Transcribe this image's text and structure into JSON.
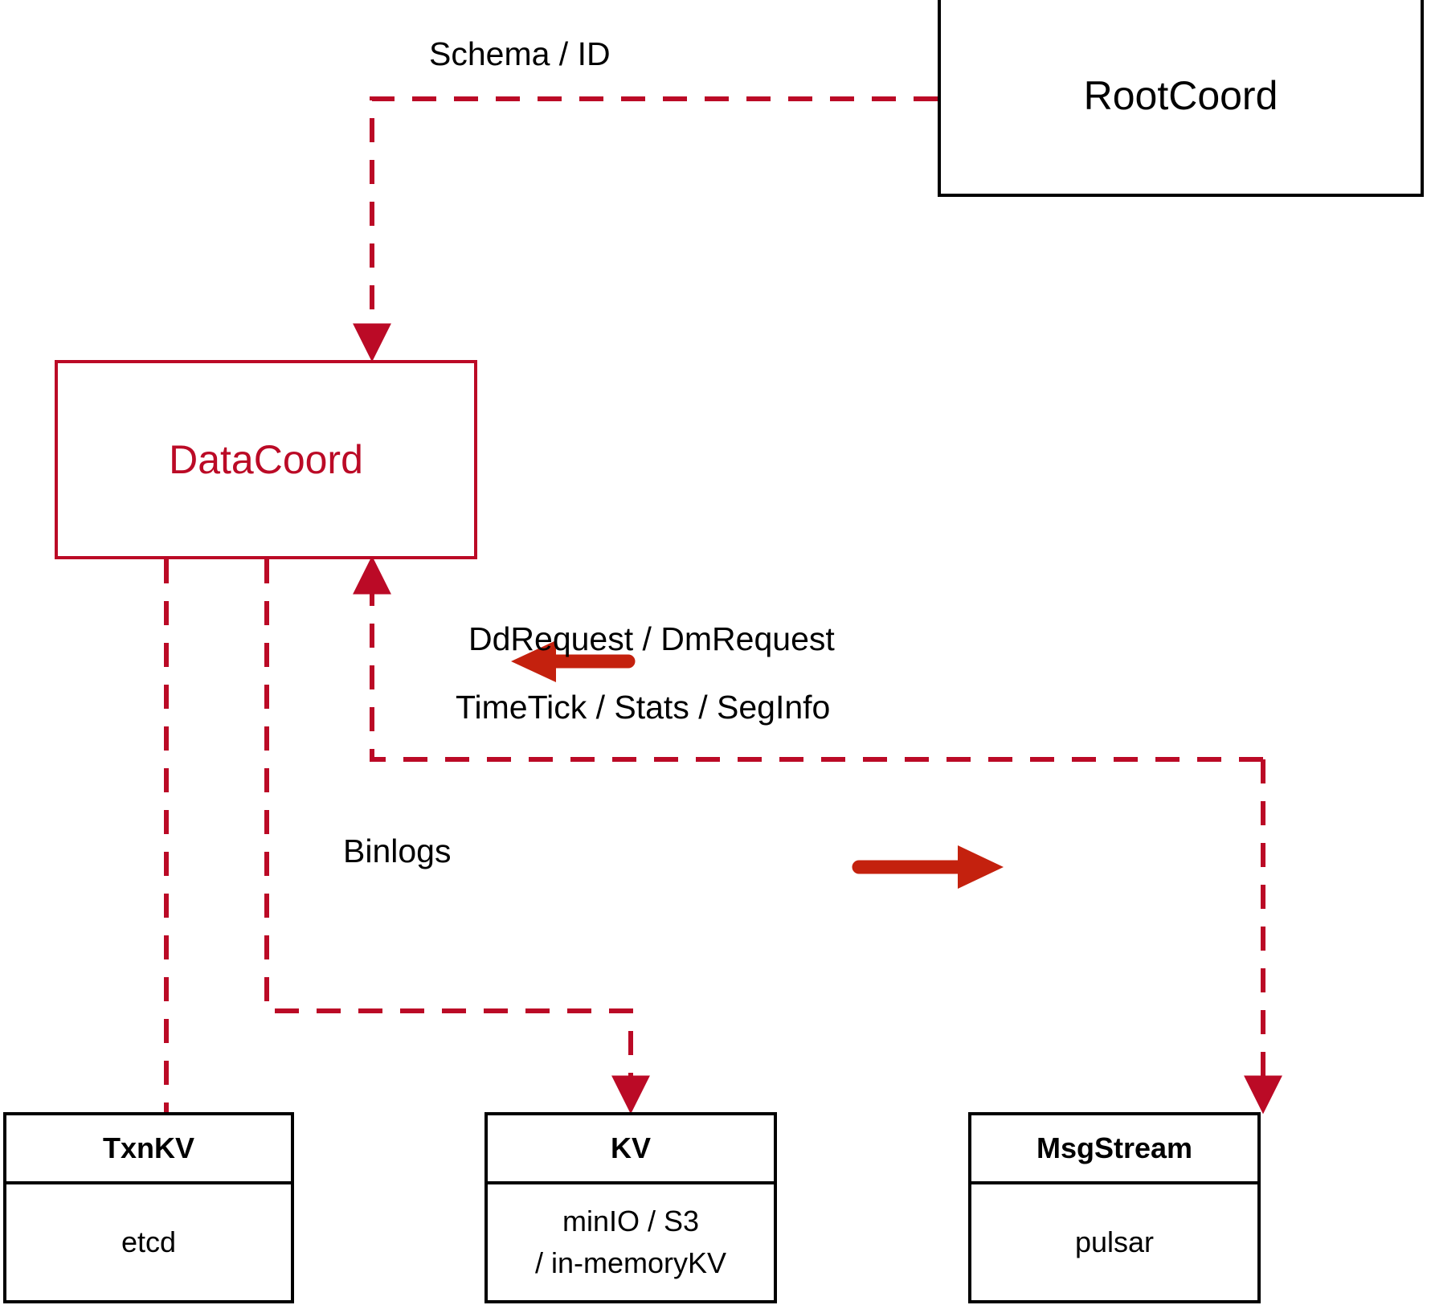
{
  "diagram": {
    "title": "DataCoord component interaction diagram",
    "colors": {
      "dashed_edge": "#BB0A26",
      "solid_arrow": "#C4210E",
      "accent_node_stroke": "#BB0A26",
      "accent_node_text": "#BB0A26",
      "plain_node_stroke": "#000000",
      "text": "#000000",
      "background": "#FFFFFF"
    },
    "nodes": {
      "rootcoord": {
        "label": "RootCoord",
        "style": "plain"
      },
      "datacoord": {
        "label": "DataCoord",
        "style": "accent"
      },
      "txnkv": {
        "header": "TxnKV",
        "body": "etcd"
      },
      "kv": {
        "header": "KV",
        "body": "minIO / S3\n/ in-memoryKV"
      },
      "msgstream": {
        "header": "MsgStream",
        "body": "pulsar"
      }
    },
    "edge_labels": {
      "schema_id": "Schema / ID",
      "dd_dm_request": "DdRequest / DmRequest",
      "timetick_stats_seginfo": "TimeTick / Stats / SegInfo",
      "binlogs": "Binlogs"
    },
    "edges": [
      {
        "from": "rootcoord",
        "to": "datacoord",
        "label": "Schema / ID",
        "style": "dashed",
        "direction": "to-datacoord"
      },
      {
        "from": "msgstream",
        "to": "datacoord",
        "label": "DdRequest / DmRequest",
        "style": "solid-arrow",
        "direction": "left"
      },
      {
        "from": "datacoord",
        "to": "msgstream",
        "label": "TimeTick / Stats / SegInfo",
        "style": "solid-arrow",
        "direction": "right"
      },
      {
        "from": "datacoord",
        "to": "kv",
        "label": "Binlogs",
        "style": "dashed",
        "direction": "to-kv"
      },
      {
        "from": "datacoord",
        "to": "txnkv",
        "label": "",
        "style": "dashed",
        "direction": "to-txnkv"
      }
    ]
  }
}
